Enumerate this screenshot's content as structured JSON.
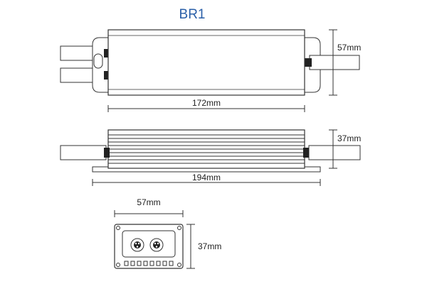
{
  "title": "BR1",
  "top_view": {
    "length_label": "172mm",
    "height_label": "57mm"
  },
  "side_view": {
    "length_label": "194mm",
    "height_label": "37mm"
  },
  "end_view": {
    "width_label": "57mm",
    "height_label": "37mm"
  }
}
